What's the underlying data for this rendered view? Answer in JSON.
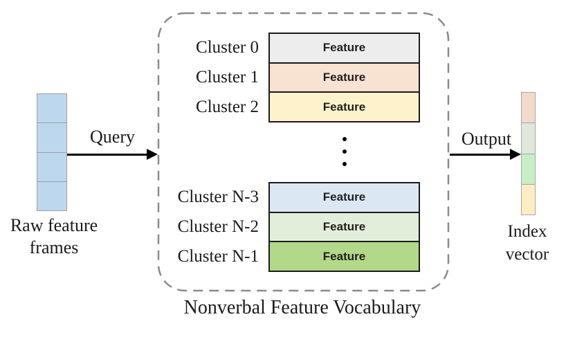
{
  "diagram": {
    "raw_frames": {
      "label_line1": "Raw feature",
      "label_line2": "frames",
      "cell_color": "#bdd7ee"
    },
    "query_arrow_label": "Query",
    "output_arrow_label": "Output",
    "vocabulary": {
      "title": "Nonverbal Feature Vocabulary",
      "ellipsis": "⋮",
      "top_clusters": [
        {
          "label": "Cluster 0",
          "feature_label": "Feature",
          "color": "#ededed"
        },
        {
          "label": "Cluster 1",
          "feature_label": "Feature",
          "color": "#f8e2d2"
        },
        {
          "label": "Cluster 2",
          "feature_label": "Feature",
          "color": "#fdf2cb"
        }
      ],
      "bottom_clusters": [
        {
          "label": "Cluster N-3",
          "feature_label": "Feature",
          "color": "#dce7f4"
        },
        {
          "label": "Cluster N-2",
          "feature_label": "Feature",
          "color": "#e3eeda"
        },
        {
          "label": "Cluster N-1",
          "feature_label": "Feature",
          "color": "#b2d88a"
        }
      ]
    },
    "index_vector": {
      "label_line1": "Index",
      "label_line2": "vector",
      "segment_colors": [
        "#f2d9c9",
        "#dfe8db",
        "#c8eec6",
        "#fdedc4"
      ]
    }
  }
}
